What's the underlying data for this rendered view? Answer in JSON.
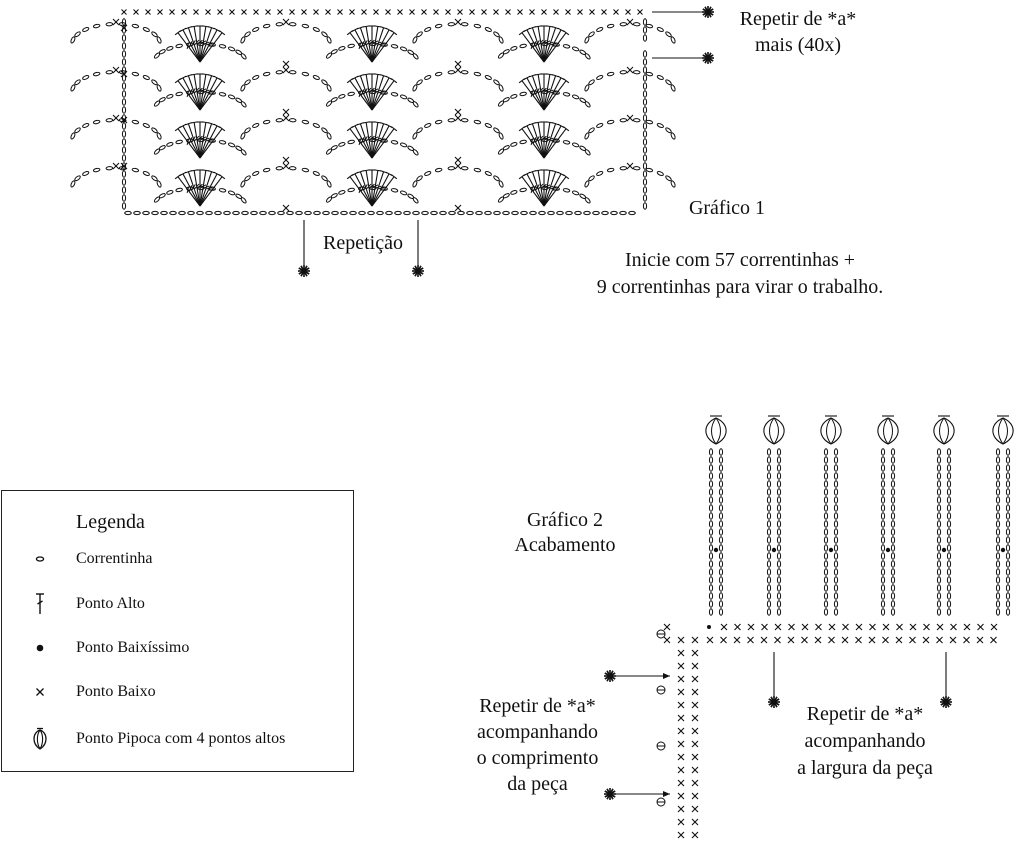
{
  "chart1": {
    "title": "Gráfico 1",
    "repeat_label": "Repetição",
    "repeat_rows_note": [
      "Repetir de *a*",
      "mais (40x)"
    ],
    "start_note": [
      "Inicie com 57 correntinhas +",
      "9 correntinhas para virar o trabalho."
    ]
  },
  "chart2": {
    "title": [
      "Gráfico 2",
      "Acabamento"
    ],
    "repeat_length_note": [
      "Repetir de *a*",
      "acompanhando",
      "o comprimento",
      "da peça"
    ],
    "repeat_width_note": [
      "Repetir de *a*",
      "acompanhando",
      "a largura da peça"
    ]
  },
  "legend": {
    "title": "Legenda",
    "items": [
      {
        "icon": "chain-icon",
        "label": "Correntinha"
      },
      {
        "icon": "double-crochet-icon",
        "label": "Ponto Alto"
      },
      {
        "icon": "slip-stitch-icon",
        "label": "Ponto Baixíssimo"
      },
      {
        "icon": "single-crochet-icon",
        "label": "Ponto Baixo"
      },
      {
        "icon": "popcorn-icon",
        "label": "Ponto Pipoca com 4 pontos altos"
      }
    ]
  }
}
